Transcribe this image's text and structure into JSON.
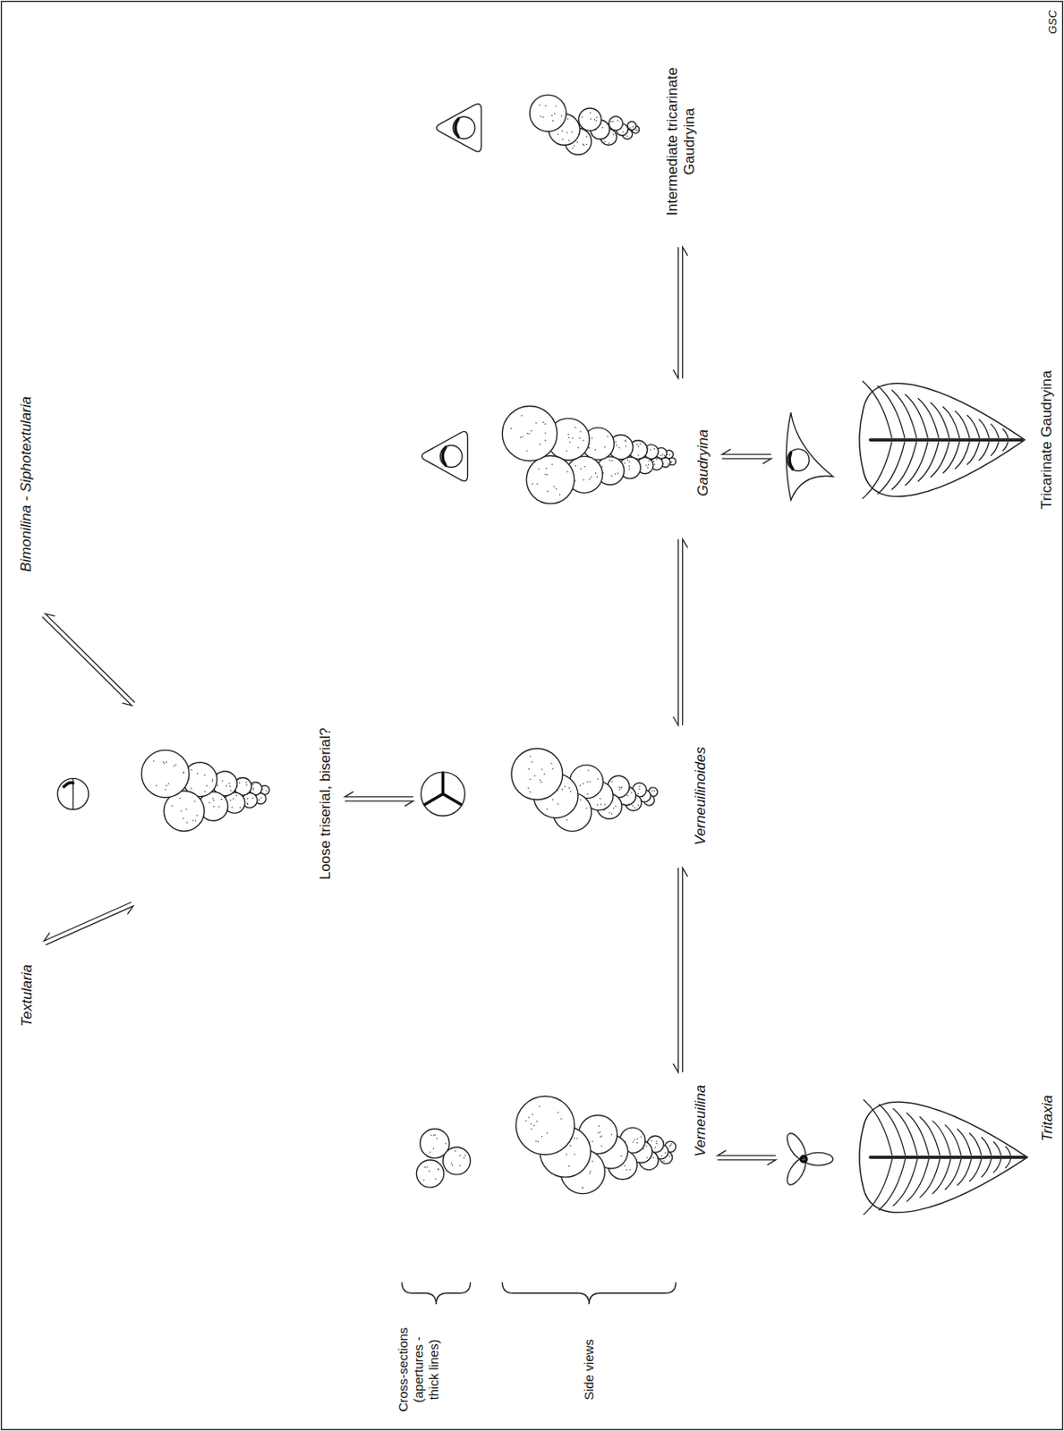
{
  "diagram": {
    "nodes": [
      {
        "text": [
          "Textularia"
        ]
      },
      {
        "text": [
          "Bimonilina - Siphotextularia"
        ]
      },
      {
        "text": [
          "Loose triserial, biserial?"
        ]
      },
      {
        "text": [
          "Verneuilina"
        ]
      },
      {
        "text": [
          "Verneuilinoides"
        ]
      },
      {
        "text": [
          "Gaudryina"
        ]
      },
      {
        "text": [
          "Intermediate tricarinate Gaudryina"
        ]
      },
      {
        "text": [
          "Tritaxia"
        ]
      },
      {
        "text": [
          "Tricarinate Gaudryina"
        ]
      }
    ],
    "edges": [
      {
        "from": 0,
        "to": 2,
        "arrow": "both"
      },
      {
        "from": 1,
        "to": 2,
        "arrow": "both"
      },
      {
        "from": 2,
        "to": 4,
        "arrow": "both"
      },
      {
        "from": 3,
        "to": 4,
        "arrow": "both"
      },
      {
        "from": 4,
        "to": 5,
        "arrow": "both"
      },
      {
        "from": 5,
        "to": 6,
        "arrow": "both"
      },
      {
        "from": 3,
        "to": 7,
        "arrow": "both"
      },
      {
        "from": 5,
        "to": 8,
        "arrow": "both"
      }
    ],
    "labels": [
      "Cross-sections (apertures - thick lines)",
      "Side views",
      "GSC"
    ]
  }
}
